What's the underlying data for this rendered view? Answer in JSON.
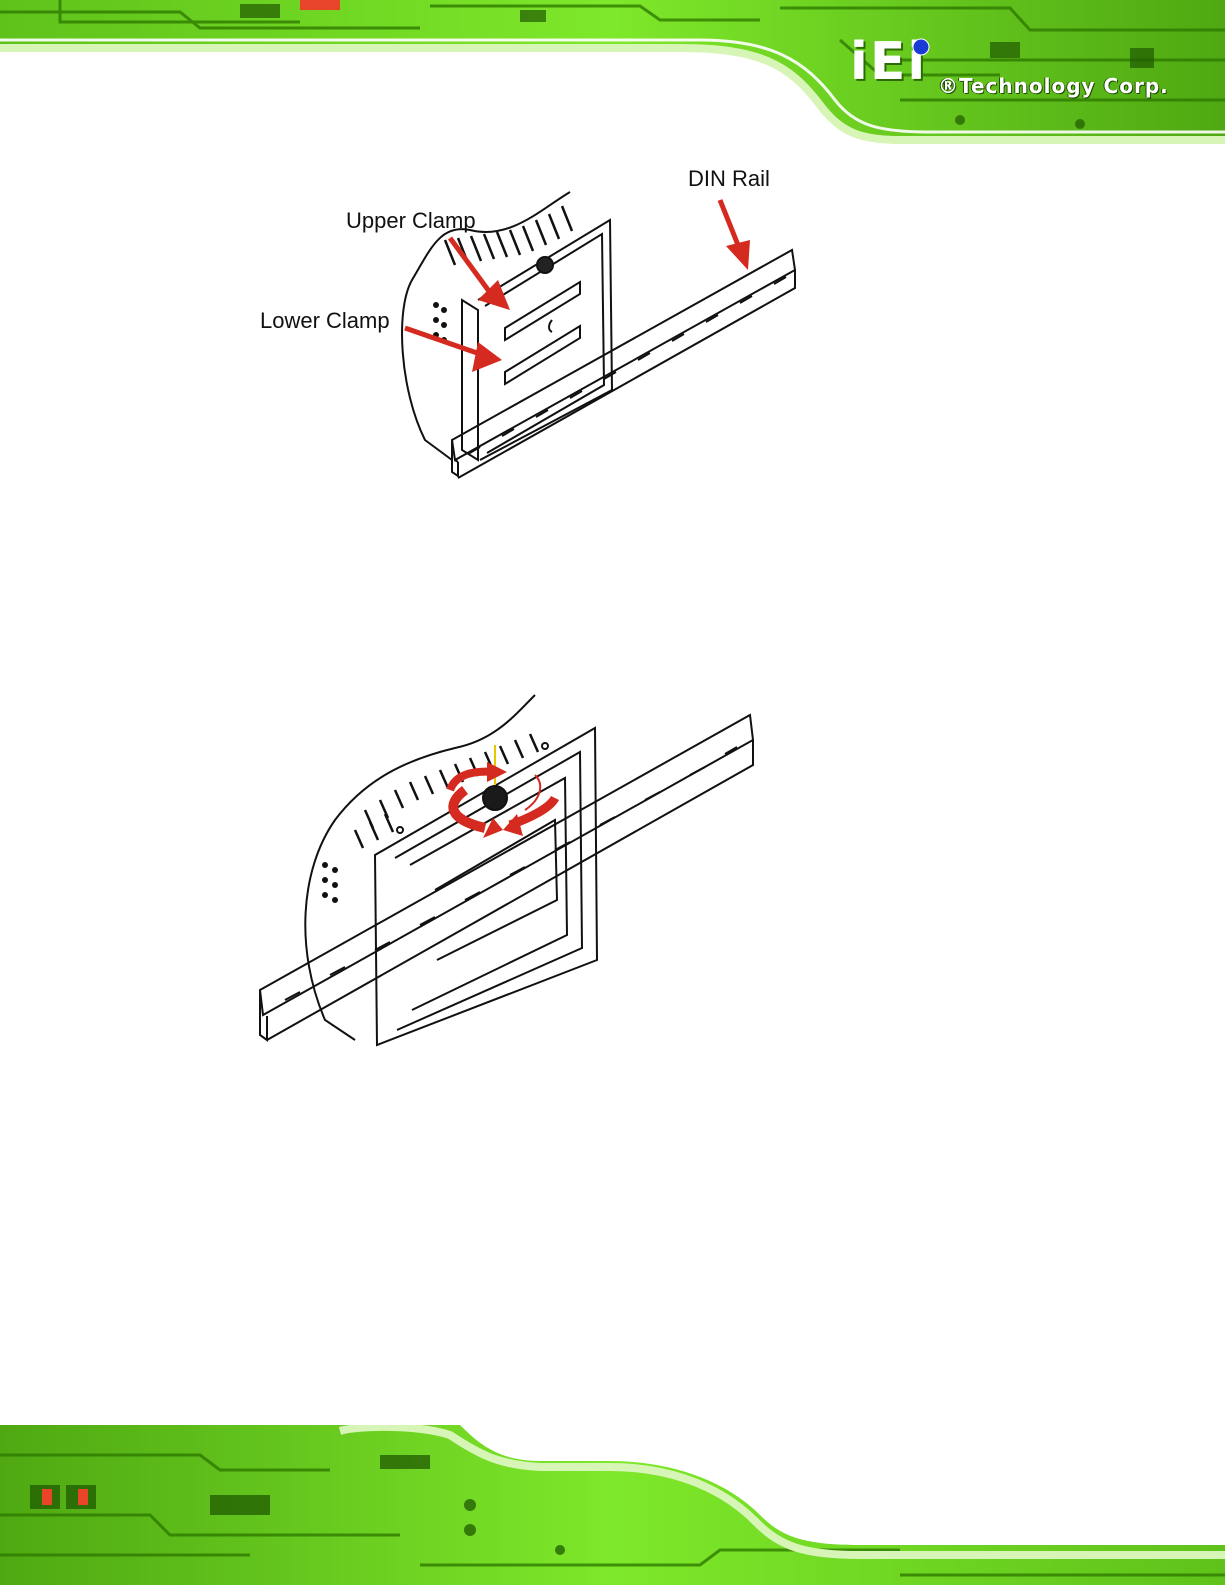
{
  "header": {
    "logo_text": "iEi",
    "brand_text": "®Technology Corp.",
    "accent_color": "#7ee82a",
    "dark_green": "#1f5a00",
    "logo_dot_color": "#1a3bd6"
  },
  "figure_top": {
    "labels": {
      "din_rail": "DIN Rail",
      "upper_clamp": "Upper Clamp",
      "lower_clamp": "Lower Clamp"
    },
    "arrow_color": "#d42a1f"
  },
  "figure_bottom": {
    "arrow_color": "#d42a1f"
  }
}
